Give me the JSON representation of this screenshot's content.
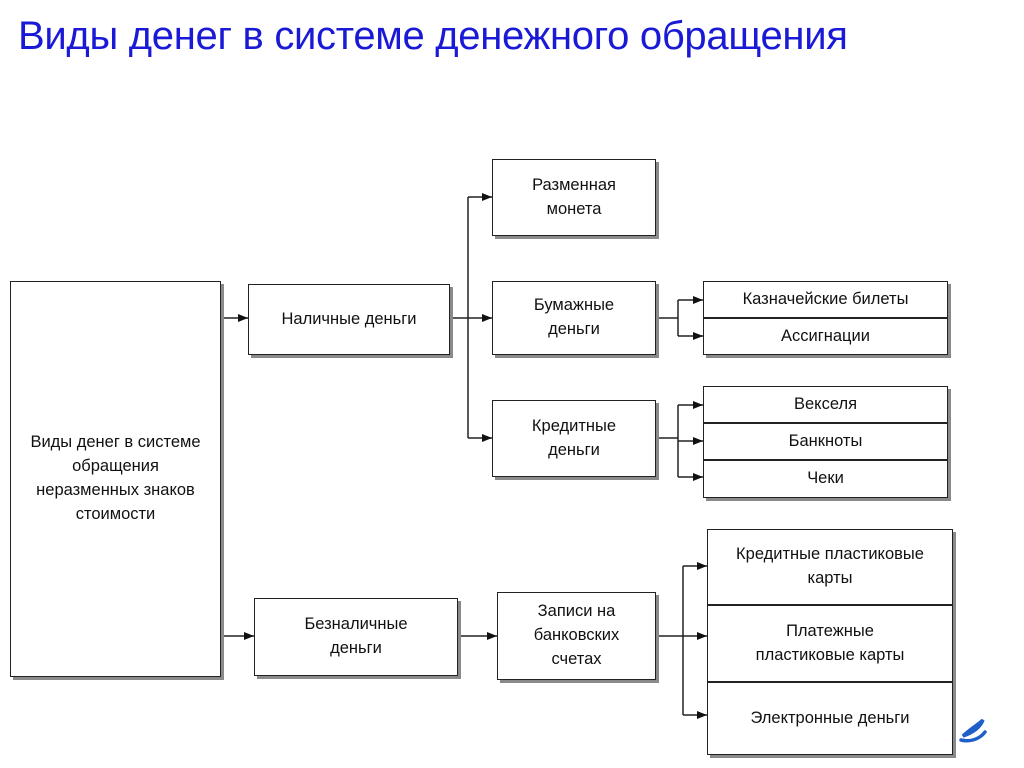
{
  "title": "Виды денег в системе денежного обращения",
  "nodes": {
    "root": "Виды денег в системе обращения неразменных знаков стоимости",
    "cash": "Наличные деньги",
    "noncash": "Безналичные деньги",
    "coin": "Разменная монета",
    "paper": "Бумажные деньги",
    "credit": "Кредитные деньги",
    "treasury": "Казначейские билеты",
    "assignats": "Ассигнации",
    "bills": "Векселя",
    "banknotes": "Банкноты",
    "cheques": "Чеки",
    "bank_records": "Записи на банковских счетах",
    "credit_cards": "Кредитные пластиковые карты",
    "payment_cards": "Платежные пластиковые карты",
    "e_money": "Электронные деньги"
  },
  "edges": [
    [
      "root",
      "cash"
    ],
    [
      "root",
      "noncash"
    ],
    [
      "cash",
      "coin"
    ],
    [
      "cash",
      "paper"
    ],
    [
      "cash",
      "credit"
    ],
    [
      "paper",
      "treasury"
    ],
    [
      "paper",
      "assignats"
    ],
    [
      "credit",
      "bills"
    ],
    [
      "credit",
      "banknotes"
    ],
    [
      "credit",
      "cheques"
    ],
    [
      "noncash",
      "bank_records"
    ],
    [
      "bank_records",
      "credit_cards"
    ],
    [
      "bank_records",
      "payment_cards"
    ],
    [
      "bank_records",
      "e_money"
    ]
  ],
  "colors": {
    "title": "#1a1ad6",
    "border": "#222222",
    "shadow": "#8a8a8a",
    "logo": "#1e5fc8"
  },
  "logo_icon": "stylized-e-logo"
}
